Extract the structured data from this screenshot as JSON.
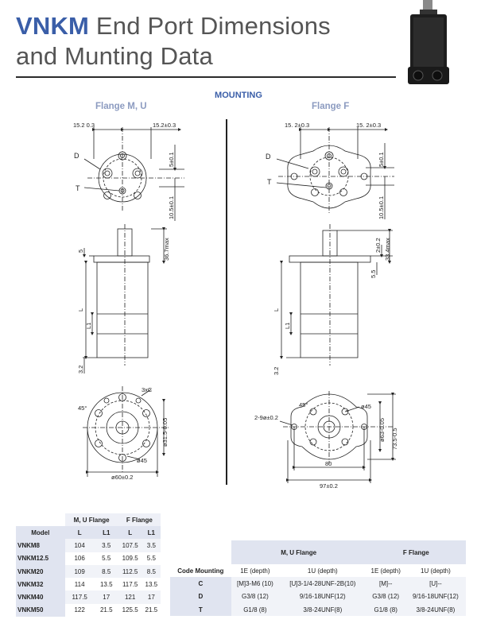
{
  "header": {
    "brand": "VNKM",
    "title_rest": " End Port Dimensions",
    "title_line2": "and Munting Data"
  },
  "section": {
    "mounting": "MOUNTING",
    "flange_mu": "Flange M, U",
    "flange_f": "Flange F"
  },
  "dims": {
    "left_top_a": "15.2 0.3",
    "left_top_b": "15.2±0.3",
    "left_5": "5±0.1",
    "left_105": "10.5±0.1",
    "D": "D",
    "T": "T",
    "right_top_a": "15. 2±0.3",
    "right_top_b": "15. 2±0.3",
    "right_5": "5±0.1",
    "right_105": "10.5±0.1",
    "left_side_5": "5",
    "left_side_367": "36.7max",
    "left_side_L": "L",
    "left_side_L1": "L1",
    "left_side_32": "3.2",
    "right_side_2": "2±0.2",
    "right_side_334": "33.4max",
    "right_side_55": "5.5",
    "right_side_L": "L",
    "right_side_L1": "L1",
    "right_side_32": "3.2",
    "left_bot_45": "45°",
    "left_bot_3xC": "3xC",
    "left_bot_115": "ø31.5-0.05",
    "left_bot_d45": "ø45",
    "left_bot_d60": "ø60±0.2",
    "right_bot_45": "45°",
    "right_bot_29": "2-9ø±0.2",
    "right_bot_d45": "ø45",
    "right_bot_d63": "ø63-0.05",
    "right_bot_735": "73.5-0.5",
    "right_bot_80": "80",
    "right_bot_97": "97±0.2"
  },
  "table1": {
    "group_mu": "M, U Flange",
    "group_f": "F Flange",
    "col_model": "Model",
    "col_L": "L",
    "col_L1": "L1",
    "rows": [
      [
        "VNKM8",
        "104",
        "3.5",
        "107.5",
        "3.5"
      ],
      [
        "VNKM12.5",
        "106",
        "5.5",
        "109.5",
        "5.5"
      ],
      [
        "VNKM20",
        "109",
        "8.5",
        "112.5",
        "8.5"
      ],
      [
        "VNKM32",
        "114",
        "13.5",
        "117.5",
        "13.5"
      ],
      [
        "VNKM40",
        "117.5",
        "17",
        "121",
        "17"
      ],
      [
        "VNKM50",
        "122",
        "21.5",
        "125.5",
        "21.5"
      ]
    ]
  },
  "table2": {
    "group_mu": "M, U Flange",
    "group_f": "F Flange",
    "col_code": "Code Mounting",
    "col_1e": "1E (depth)",
    "col_1u": "1U (depth)",
    "rows": [
      [
        "C",
        "[M]3-M6 (10)",
        "[U]3-1/4-28UNF-2B(10)",
        "[M]--",
        "[U]--"
      ],
      [
        "D",
        "G3/8 (12)",
        "9/16-18UNF(12)",
        "G3/8 (12)",
        "9/16-18UNF(12)"
      ],
      [
        "T",
        "G1/8 (8)",
        "3/8-24UNF(8)",
        "G1/8 (8)",
        "3/8-24UNF(8)"
      ]
    ]
  }
}
